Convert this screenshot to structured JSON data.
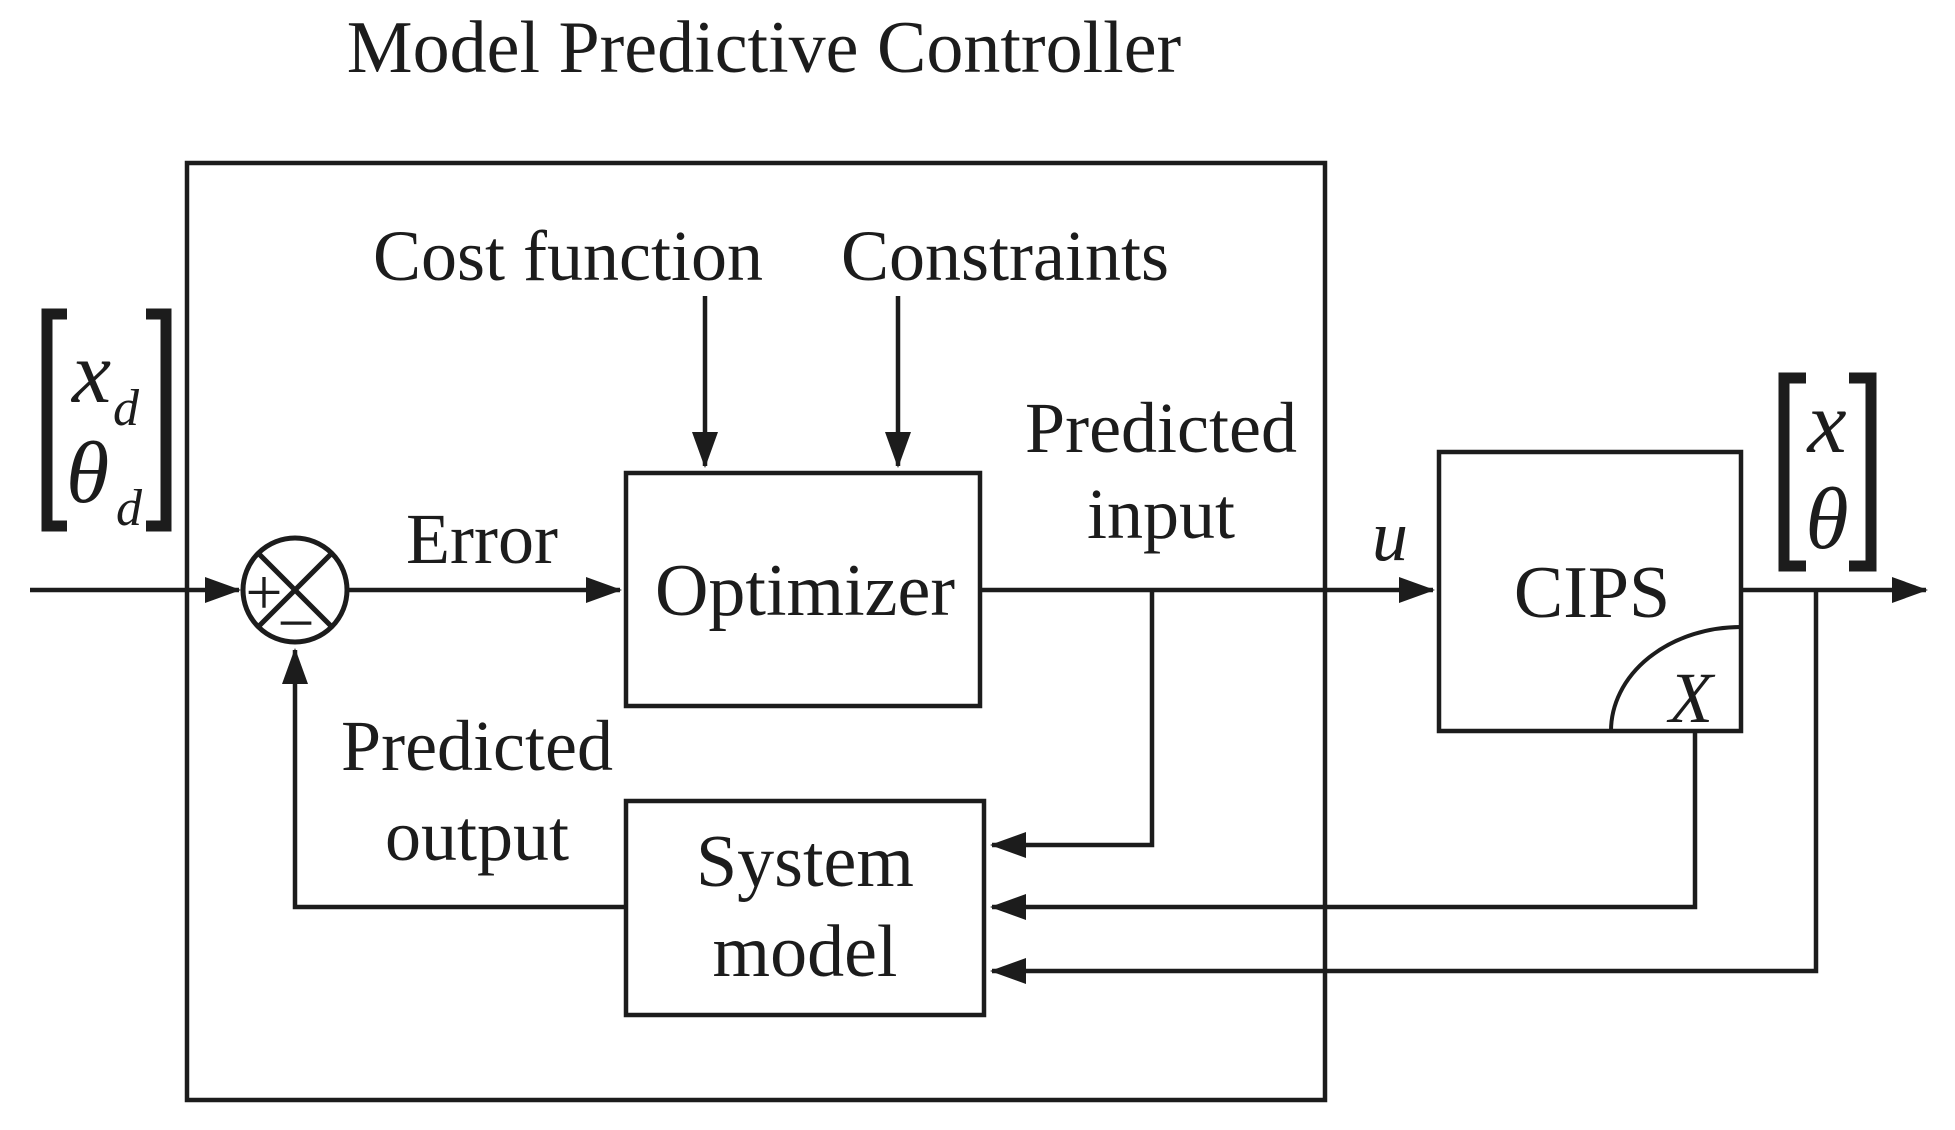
{
  "diagram": {
    "title": "Model Predictive Controller",
    "blocks": {
      "optimizer": "Optimizer",
      "system_model_line1": "System",
      "system_model_line2": "model",
      "plant": "CIPS"
    },
    "labels": {
      "cost_function": "Cost function",
      "constraints": "Constraints",
      "error": "Error",
      "predicted_input_line1": "Predicted",
      "predicted_input_line2": "input",
      "predicted_output_line1": "Predicted",
      "predicted_output_line2": "output",
      "control_input": "u",
      "state_output": "X",
      "sum_plus": "+",
      "sum_minus": "−"
    },
    "vectors": {
      "input": {
        "row1_var": "x",
        "row1_sub": "d",
        "row2_var": "θ",
        "row2_sub": "d"
      },
      "output": {
        "row1_var": "x",
        "row2_var": "θ"
      }
    },
    "colors": {
      "line": "#1c1c1c",
      "background": "#ffffff"
    }
  }
}
